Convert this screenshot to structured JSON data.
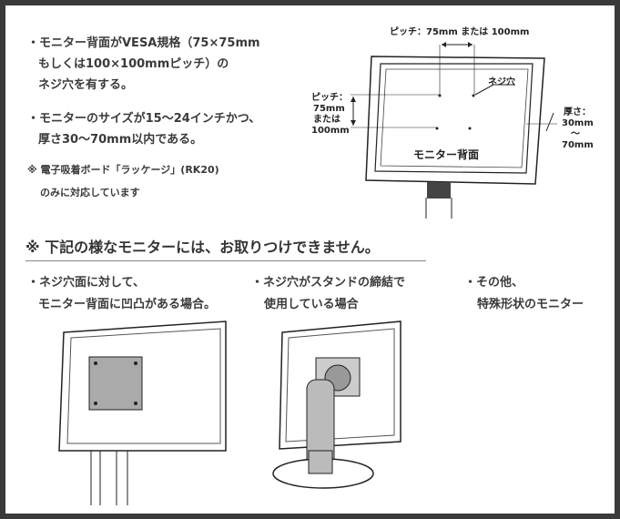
{
  "requirements": [
    {
      "lines": [
        "・モニター背面がVESA規格（75×75mm",
        "もしくは100×100mmピッチ）の",
        "ネジ穴を有する。"
      ]
    },
    {
      "lines": [
        "・モニターのサイズが15〜24インチかつ、",
        "厚さ30〜70mm以内である。"
      ]
    }
  ],
  "note": {
    "lines": [
      "※ 電子吸着ボード「ラッケージ」(RK20)",
      "のみに対応しています"
    ]
  },
  "diagram": {
    "pitch_top": "ピッチ：75mm または 100mm",
    "pitch_left": [
      "ピッチ：",
      "75mm",
      "または",
      "100mm"
    ],
    "screw_hole": "ネジ穴",
    "thickness": [
      "厚さ：",
      "30mm",
      "〜",
      "70mm"
    ],
    "back_label": "モニター背面"
  },
  "warning_heading": "※ 下記の様なモニターには、お取りつけできません。",
  "cases": [
    {
      "lines": [
        "・ネジ穴面に対して、",
        "モニター背面に凹凸がある場合。"
      ]
    },
    {
      "lines": [
        "・ネジ穴がスタンドの締結で",
        "使用している場合"
      ]
    },
    {
      "lines": [
        "・その他、",
        "特殊形状のモニター"
      ]
    }
  ]
}
